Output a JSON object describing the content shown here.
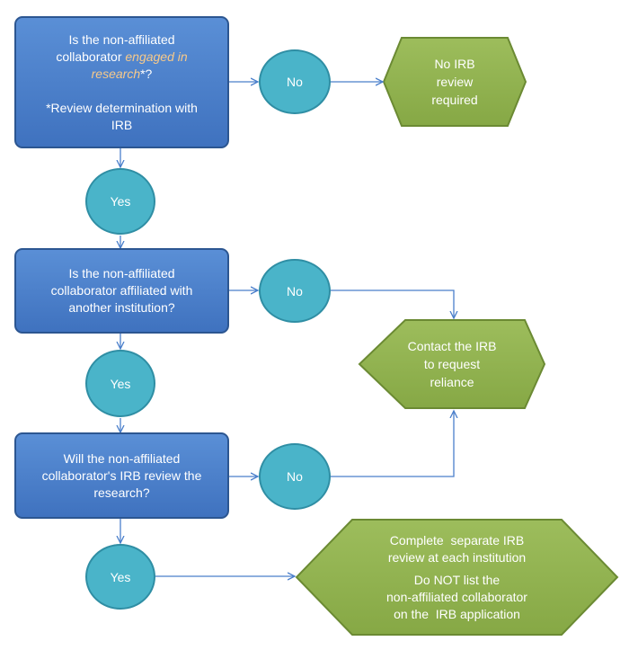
{
  "colors": {
    "question_fill": "#4a7fcb",
    "answer_fill": "#4ab4c9",
    "outcome_fill": "#8fb04f",
    "connector": "#4a7fcb"
  },
  "q1": {
    "line1": "Is the non-affiliated",
    "line2_plain": "collaborator ",
    "line2_em": "engaged in",
    "line3_em": "research",
    "line3_plain": "*?",
    "note1": "*Review determination with",
    "note2": "IRB"
  },
  "q2": {
    "line1": "Is the non-affiliated",
    "line2": "collaborator affiliated with",
    "line3": "another institution?"
  },
  "q3": {
    "line1": "Will the non-affiliated",
    "line2": "collaborator's IRB review the",
    "line3": "research?"
  },
  "answers": {
    "no_1": "No",
    "yes_1": "Yes",
    "no_2": "No",
    "yes_2": "Yes",
    "no_3": "No",
    "yes_3": "Yes"
  },
  "outcome1": {
    "line1": "No IRB",
    "line2": "review",
    "line3": "required"
  },
  "outcome2": {
    "line1": "Contact the IRB",
    "line2": "to request",
    "line3": "reliance"
  },
  "outcome3": {
    "line1": "Complete  separate IRB",
    "line2": "review at each institution",
    "line3": "Do NOT list the",
    "line4": "non-affiliated collaborator",
    "line5": "on the  IRB application"
  }
}
